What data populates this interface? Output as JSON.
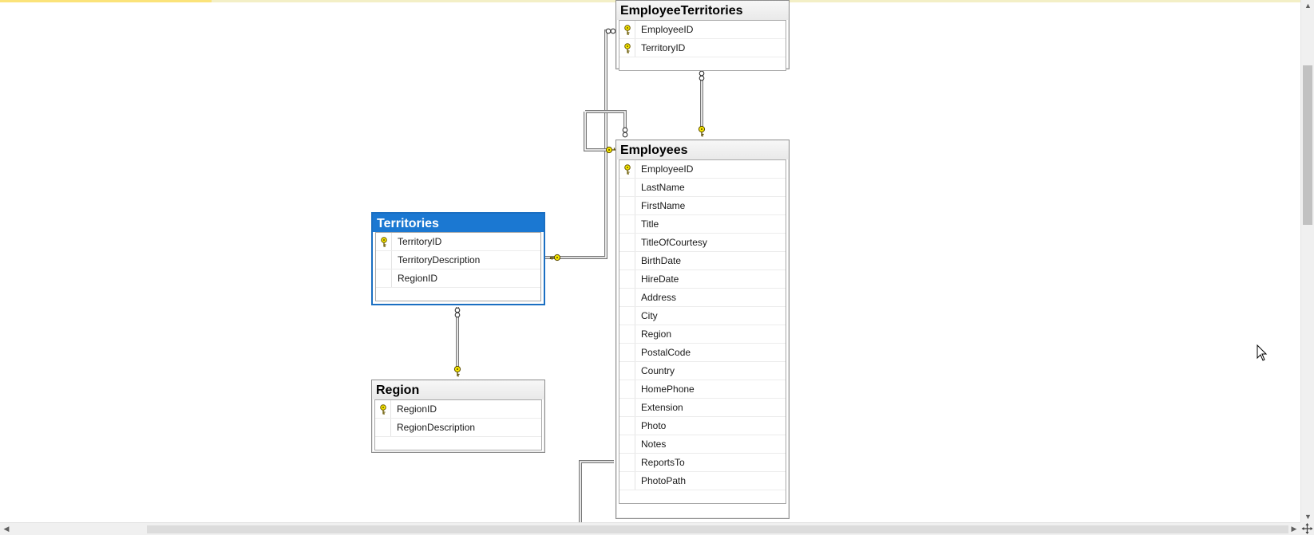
{
  "tables": [
    {
      "id": "employee-territories",
      "title": "EmployeeTerritories",
      "selected": false,
      "columns": [
        {
          "name": "EmployeeID",
          "primary_key": true
        },
        {
          "name": "TerritoryID",
          "primary_key": true
        }
      ]
    },
    {
      "id": "employees",
      "title": "Employees",
      "selected": false,
      "columns": [
        {
          "name": "EmployeeID",
          "primary_key": true
        },
        {
          "name": "LastName",
          "primary_key": false
        },
        {
          "name": "FirstName",
          "primary_key": false
        },
        {
          "name": "Title",
          "primary_key": false
        },
        {
          "name": "TitleOfCourtesy",
          "primary_key": false
        },
        {
          "name": "BirthDate",
          "primary_key": false
        },
        {
          "name": "HireDate",
          "primary_key": false
        },
        {
          "name": "Address",
          "primary_key": false
        },
        {
          "name": "City",
          "primary_key": false
        },
        {
          "name": "Region",
          "primary_key": false
        },
        {
          "name": "PostalCode",
          "primary_key": false
        },
        {
          "name": "Country",
          "primary_key": false
        },
        {
          "name": "HomePhone",
          "primary_key": false
        },
        {
          "name": "Extension",
          "primary_key": false
        },
        {
          "name": "Photo",
          "primary_key": false
        },
        {
          "name": "Notes",
          "primary_key": false
        },
        {
          "name": "ReportsTo",
          "primary_key": false
        },
        {
          "name": "PhotoPath",
          "primary_key": false
        }
      ]
    },
    {
      "id": "territories",
      "title": "Territories",
      "selected": true,
      "columns": [
        {
          "name": "TerritoryID",
          "primary_key": true
        },
        {
          "name": "TerritoryDescription",
          "primary_key": false
        },
        {
          "name": "RegionID",
          "primary_key": false
        }
      ]
    },
    {
      "id": "region",
      "title": "Region",
      "selected": false,
      "columns": [
        {
          "name": "RegionID",
          "primary_key": true
        },
        {
          "name": "RegionDescription",
          "primary_key": false
        }
      ]
    }
  ],
  "relationships": [
    {
      "from": "territories",
      "to": "employee-territories",
      "one_end": "territories",
      "many_end": "employee-territories"
    },
    {
      "from": "employees",
      "to": "employee-territories",
      "one_end": "employees",
      "many_end": "employee-territories"
    },
    {
      "from": "employees",
      "to": "employees",
      "one_end": "employees",
      "many_end": "employees",
      "self_reference": true
    },
    {
      "from": "region",
      "to": "territories",
      "one_end": "region",
      "many_end": "territories"
    }
  ],
  "icons": {
    "primary_key": "key-icon",
    "one_end": "key-icon",
    "many_end": "infinity-icon",
    "cursor": "mouse-pointer-icon"
  },
  "colors": {
    "selected_title": "#1b78d2",
    "key_fill": "#f5e600",
    "wire": "#777777"
  }
}
